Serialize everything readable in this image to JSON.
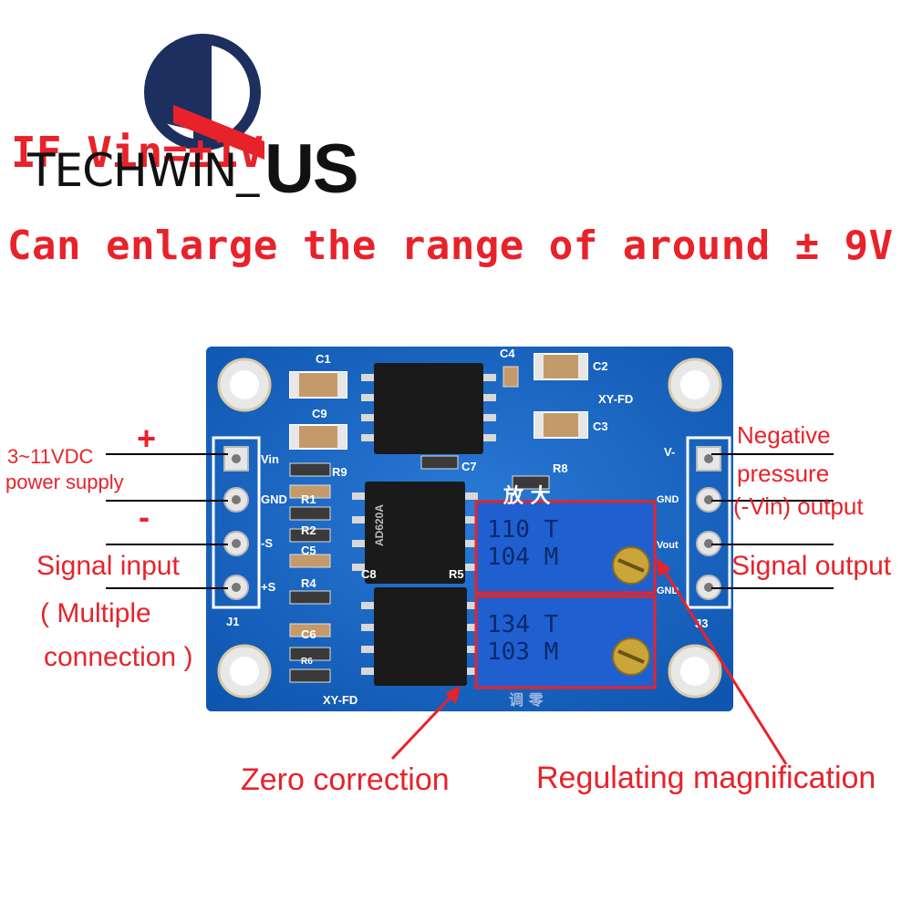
{
  "logo": {
    "brand": "TECHWIN_",
    "brand_suffix": "US"
  },
  "headline_partial": "IF Vin=±1V",
  "headline": "Can enlarge the range of around ± 9V",
  "labels": {
    "plus": "+",
    "minus": "-",
    "power_supply_line1": "3~11VDC",
    "power_supply_line2": "power supply",
    "signal_input": "Signal input",
    "multiple_line1": "( Multiple",
    "multiple_line2": "connection )",
    "negative_line1": "Negative",
    "negative_line2": "pressure",
    "negative_line3": "(-Vin) output",
    "signal_output": "Signal output",
    "zero_correction": "Zero correction",
    "regulating_magnification": "Regulating magnification"
  },
  "board": {
    "silkscreen": {
      "c1": "C1",
      "c2": "C2",
      "c3": "C3",
      "c4": "C4",
      "c7": "C7",
      "c8": "C8",
      "c5": "C5",
      "c6": "C6",
      "c9": "C9",
      "r1": "R1",
      "r2": "R2",
      "r4": "R4",
      "r5": "R5",
      "r6": "R6",
      "r8": "R8",
      "r9": "R9",
      "xyfd_top": "XY-FD",
      "xyfd_bottom": "XY-FD",
      "vin": "Vin",
      "gnd_left": "GND",
      "ms": "-S",
      "ps": "+S",
      "j1": "J1",
      "vminus": "V-",
      "gnd_right": "GND",
      "vout": "Vout",
      "gnd_right2": "GND",
      "j3": "J3",
      "chinese_top": "放 大",
      "chinese_bottom": "调 零"
    },
    "chip_text": "AD620A",
    "trimmer_top_line1": "110  T",
    "trimmer_top_line2": "104  M",
    "trimmer_bottom_line1": "134  T",
    "trimmer_bottom_line2": "103  M"
  },
  "colors": {
    "accent_red": "#e8222a",
    "pcb_blue": "#1464c8",
    "logo_navy": "#1d2f5e"
  }
}
